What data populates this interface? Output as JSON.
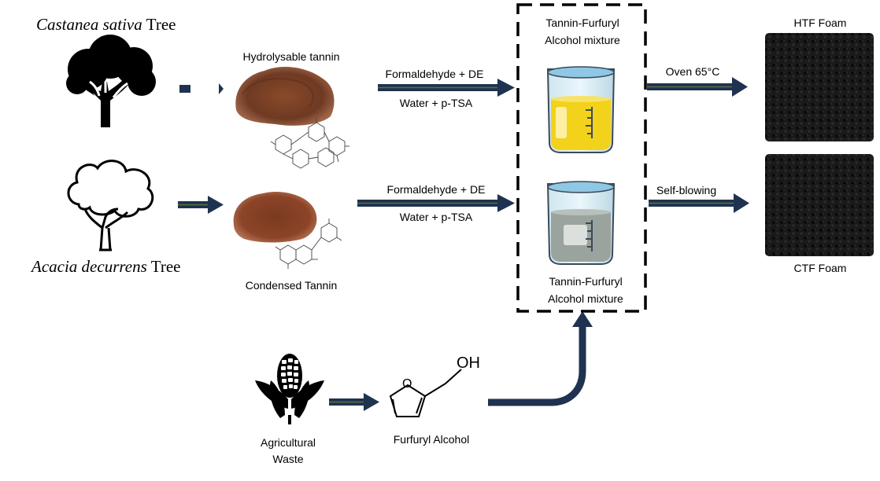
{
  "trees": {
    "castanea": {
      "species": "Castanea sativa",
      "suffix": "Tree"
    },
    "acacia": {
      "species": "Acacia decurrens",
      "suffix": "Tree"
    }
  },
  "tannins": {
    "hydrolysable": "Hydrolysable tannin",
    "condensed": "Condensed Tannin"
  },
  "reagents": {
    "top": {
      "above": "Formaldehyde + DE",
      "below": "Water + p-TSA"
    },
    "bottom": {
      "above": "Formaldehyde + DE",
      "below": "Water + p-TSA"
    }
  },
  "mixture": {
    "top_line1": "Tannin-Furfuryl",
    "top_line2": "Alcohol mixture",
    "bottom_line1": "Tannin-Furfuryl",
    "bottom_line2": "Alcohol mixture"
  },
  "process": {
    "top": "Oven 65°C",
    "bottom": "Self-blowing"
  },
  "foams": {
    "top": "HTF Foam",
    "bottom": "CTF Foam"
  },
  "source": {
    "line1": "Agricultural",
    "line2": "Waste"
  },
  "molecule": {
    "name": "Furfuryl Alcohol",
    "oh": "OH",
    "o": "O"
  },
  "colors": {
    "arrow": "#1f3350",
    "arrow_highlight": "#5a6f3c",
    "powder": "#7a3d22",
    "liquid_top": "#f2d21a",
    "liquid_bottom": "#9aa39e"
  }
}
